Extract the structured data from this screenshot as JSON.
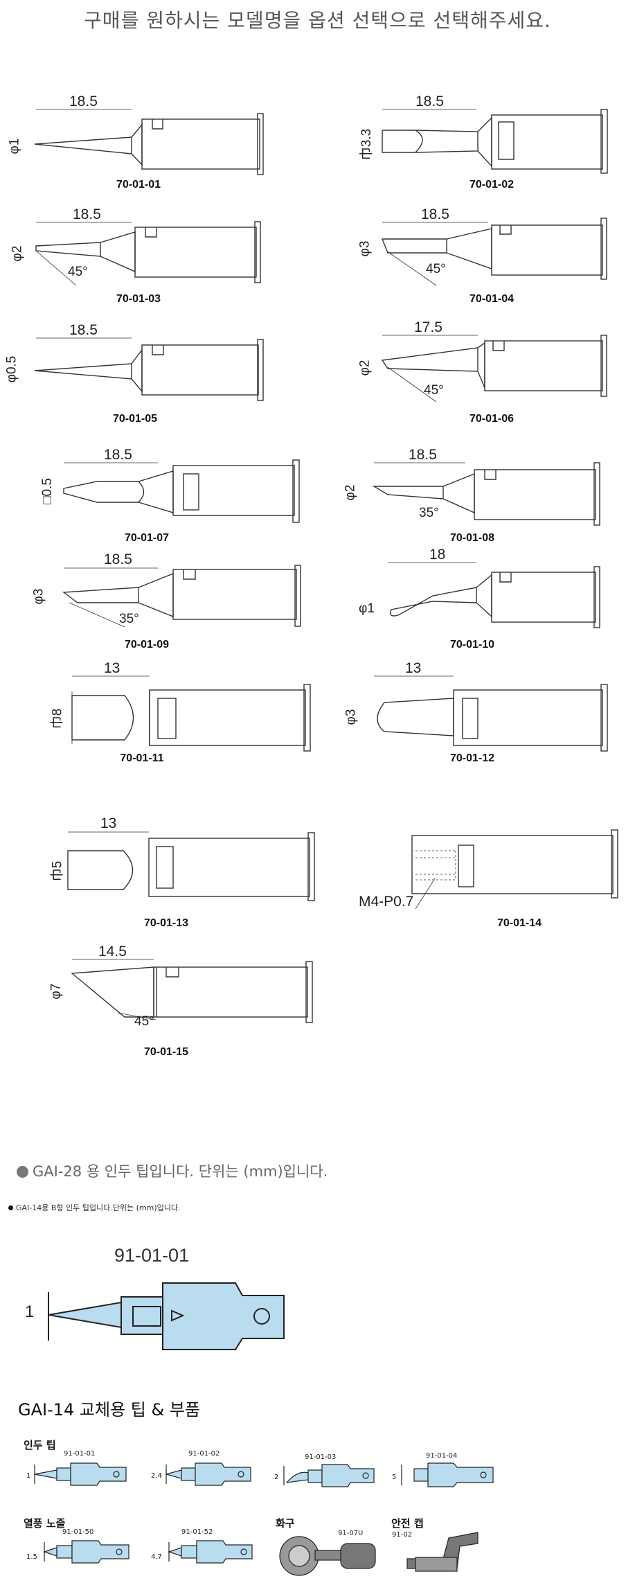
{
  "header": {
    "title": "구매를 원하시는 모델명을 옵션 선택으로 선택해주세요."
  },
  "tips": [
    {
      "code": "70-01-01",
      "length": "18.5",
      "dia": "φ1"
    },
    {
      "code": "70-01-02",
      "length": "18.5",
      "dia": "巾3.3"
    },
    {
      "code": "70-01-03",
      "length": "18.5",
      "dia": "φ2",
      "angle": "45°"
    },
    {
      "code": "70-01-04",
      "length": "18.5",
      "dia": "φ3",
      "angle": "45°"
    },
    {
      "code": "70-01-05",
      "length": "18.5",
      "dia": "φ0.5"
    },
    {
      "code": "70-01-06",
      "length": "17.5",
      "dia": "φ2",
      "angle": "45°"
    },
    {
      "code": "70-01-07",
      "length": "18.5",
      "dia": "□0.5"
    },
    {
      "code": "70-01-08",
      "length": "18.5",
      "dia": "φ2",
      "angle": "35°"
    },
    {
      "code": "70-01-09",
      "length": "18.5",
      "dia": "φ3",
      "angle": "35°"
    },
    {
      "code": "70-01-10",
      "length": "18",
      "dia": "φ1"
    },
    {
      "code": "70-01-11",
      "length": "13",
      "dia": "巾8"
    },
    {
      "code": "70-01-12",
      "length": "13",
      "dia": "φ3"
    },
    {
      "code": "70-01-13",
      "length": "13",
      "dia": "巾5"
    },
    {
      "code": "70-01-14",
      "thread": "M4-P0.7"
    },
    {
      "code": "70-01-15",
      "length": "14.5",
      "dia": "φ7",
      "angle": "45°"
    }
  ],
  "section_gai28": {
    "text": "GAI-28 용 인두 팁입니다. 단위는 (mm)입니다."
  },
  "section_gai14_note": {
    "text": "GAI-14용 B형 인두 팁입니다.단위는 (mm)입니다."
  },
  "big_tip": {
    "code": "91-01-01",
    "dia": "1"
  },
  "parts": {
    "title": "GAI-14 교체용 팁 & 부품",
    "groups": {
      "tips": "인두 팁",
      "heat": "열풍 노즐",
      "torch": "화구",
      "cap": "안전 캡"
    },
    "items": [
      {
        "code": "91-01-01",
        "dia": "1"
      },
      {
        "code": "91-01-02",
        "dia": "2,4"
      },
      {
        "code": "91-01-03",
        "dia": "2"
      },
      {
        "code": "91-01-04",
        "dia": "5"
      },
      {
        "code": "91-01-50",
        "dia": "1.5"
      },
      {
        "code": "91-01-52",
        "dia": "4.7"
      },
      {
        "code": "91-07U"
      },
      {
        "code": "91-02"
      }
    ]
  },
  "colors": {
    "tip_fill": "#b9dcef",
    "line": "#222222"
  }
}
